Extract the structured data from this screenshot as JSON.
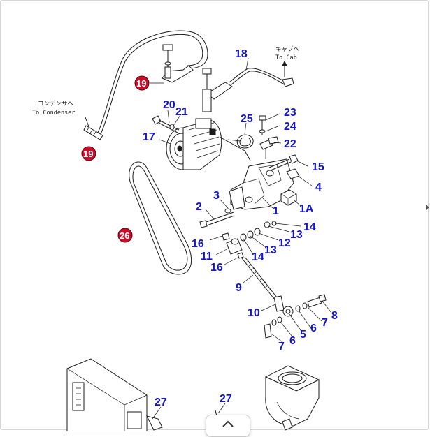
{
  "notes": {
    "condenser_jp": "コンデンサへ",
    "condenser_en": "To Condenser",
    "cab_jp": "キャブへ",
    "cab_en": "To Cab"
  },
  "callouts": [
    {
      "id": "c18",
      "text": "18"
    },
    {
      "id": "c20",
      "text": "20"
    },
    {
      "id": "c21",
      "text": "21"
    },
    {
      "id": "c17",
      "text": "17"
    },
    {
      "id": "c25",
      "text": "25"
    },
    {
      "id": "c23",
      "text": "23"
    },
    {
      "id": "c24",
      "text": "24"
    },
    {
      "id": "c22",
      "text": "22"
    },
    {
      "id": "c15",
      "text": "15"
    },
    {
      "id": "c4",
      "text": "4"
    },
    {
      "id": "c3",
      "text": "3"
    },
    {
      "id": "c2",
      "text": "2"
    },
    {
      "id": "c1",
      "text": "1"
    },
    {
      "id": "c1a",
      "text": "1A"
    },
    {
      "id": "c14a",
      "text": "14"
    },
    {
      "id": "c13a",
      "text": "13"
    },
    {
      "id": "c12",
      "text": "12"
    },
    {
      "id": "c13b",
      "text": "13"
    },
    {
      "id": "c16a",
      "text": "16"
    },
    {
      "id": "c11",
      "text": "11"
    },
    {
      "id": "c14b",
      "text": "14"
    },
    {
      "id": "c16b",
      "text": "16"
    },
    {
      "id": "c9",
      "text": "9"
    },
    {
      "id": "c10",
      "text": "10"
    },
    {
      "id": "c8",
      "text": "8"
    },
    {
      "id": "c7a",
      "text": "7"
    },
    {
      "id": "c6a",
      "text": "6"
    },
    {
      "id": "c5",
      "text": "5"
    },
    {
      "id": "c6b",
      "text": "6"
    },
    {
      "id": "c7b",
      "text": "7"
    },
    {
      "id": "c27a",
      "text": "27"
    },
    {
      "id": "c27b",
      "text": "27"
    }
  ],
  "badges": [
    {
      "id": "b19a",
      "text": "19"
    },
    {
      "id": "b19b",
      "text": "19"
    },
    {
      "id": "b26",
      "text": "26"
    }
  ],
  "colors": {
    "callout": "#1414c8",
    "badge": "#c8102e"
  },
  "icons": {
    "collapse": "chevron-up-icon",
    "edge": "triangle-right-icon"
  }
}
